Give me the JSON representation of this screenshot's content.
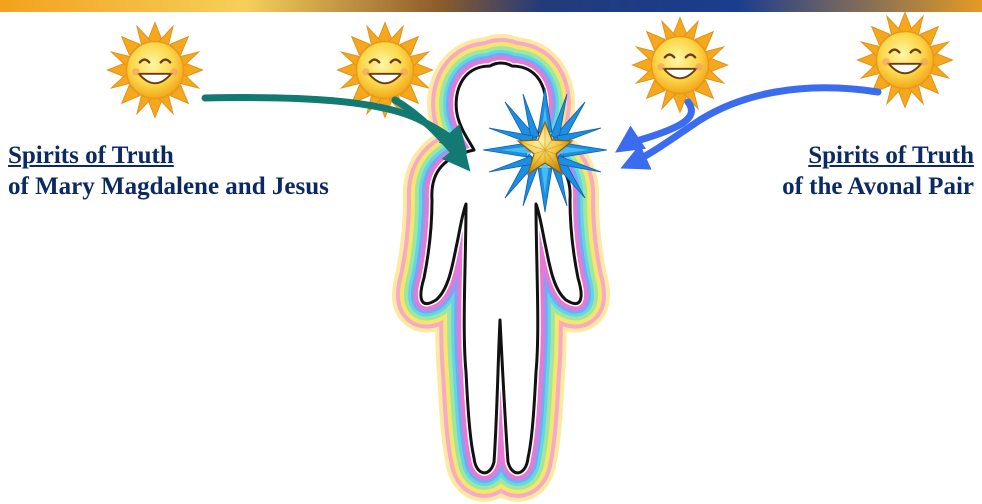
{
  "left_label": {
    "title": "Spirits of Truth",
    "subtitle": "of Mary Magdalene and Jesus"
  },
  "right_label": {
    "title": "Spirits of Truth",
    "subtitle": "of the Avonal Pair"
  },
  "icons": {
    "sun": "smiling-sun-icon",
    "star": "star-icon",
    "figure": "human-aura-figure"
  },
  "colors": {
    "left_arrows": "#127a73",
    "right_arrows": "#3b6cf0",
    "label_text": "#0b2a63",
    "sun": "#f7b21c",
    "star": "#e7b62a",
    "burst": "#1e8fe0"
  }
}
